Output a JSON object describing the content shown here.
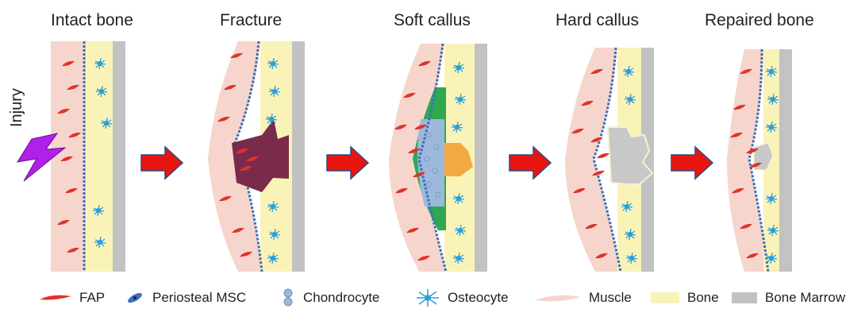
{
  "stages": [
    {
      "id": "intact",
      "label": "Intact bone"
    },
    {
      "id": "fracture",
      "label": "Fracture"
    },
    {
      "id": "soft",
      "label": "Soft callus"
    },
    {
      "id": "hard",
      "label": "Hard callus"
    },
    {
      "id": "repaired",
      "label": "Repaired bone"
    }
  ],
  "injury_label": "Injury",
  "legend": [
    {
      "id": "fap",
      "label": "FAP"
    },
    {
      "id": "msc",
      "label": "Periosteal MSC"
    },
    {
      "id": "chondro",
      "label": "Chondrocyte"
    },
    {
      "id": "osteo",
      "label": "Osteocyte"
    },
    {
      "id": "muscle",
      "label": "Muscle"
    },
    {
      "id": "bone",
      "label": "Bone"
    },
    {
      "id": "marrow",
      "label": "Bone Marrow"
    }
  ],
  "colors": {
    "muscle": "#f6d6cc",
    "bone": "#faf3b8",
    "marrow": "#c2c2c2",
    "fap": "#e0322b",
    "periosteum": "#3b6fb8",
    "osteocyte": "#2a9fd8",
    "chondrocyte": "#9db8dc",
    "cartilage": "#2fa84f",
    "hematoma": "#7a2a4a",
    "soft_core": "#f3a840",
    "arrow": "#e8150f",
    "arrow_outline": "#2a4a8a",
    "bolt": "#b020e8"
  }
}
